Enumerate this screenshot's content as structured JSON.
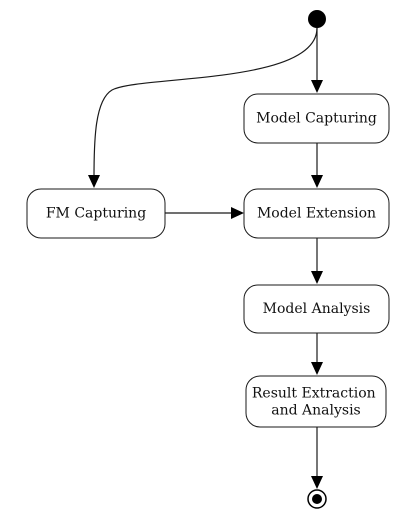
{
  "diagram": {
    "type": "activity-diagram",
    "nodes": {
      "fm_capturing": {
        "label": "FM Capturing"
      },
      "model_capturing": {
        "label": "Model Capturing"
      },
      "model_extension": {
        "label": "Model Extension"
      },
      "model_analysis": {
        "label": "Model Analysis"
      },
      "result_extraction": {
        "line1": "Result Extraction",
        "line2": "and Analysis"
      }
    },
    "edges": [
      {
        "from": "start",
        "to": "model_capturing"
      },
      {
        "from": "start",
        "to": "fm_capturing"
      },
      {
        "from": "model_capturing",
        "to": "model_extension"
      },
      {
        "from": "fm_capturing",
        "to": "model_extension"
      },
      {
        "from": "model_extension",
        "to": "model_analysis"
      },
      {
        "from": "model_analysis",
        "to": "result_extraction"
      },
      {
        "from": "result_extraction",
        "to": "end"
      }
    ],
    "colors": {
      "stroke": "#1a1a1a",
      "fill": "#ffffff",
      "text": "#111111",
      "marker": "#000000"
    }
  }
}
